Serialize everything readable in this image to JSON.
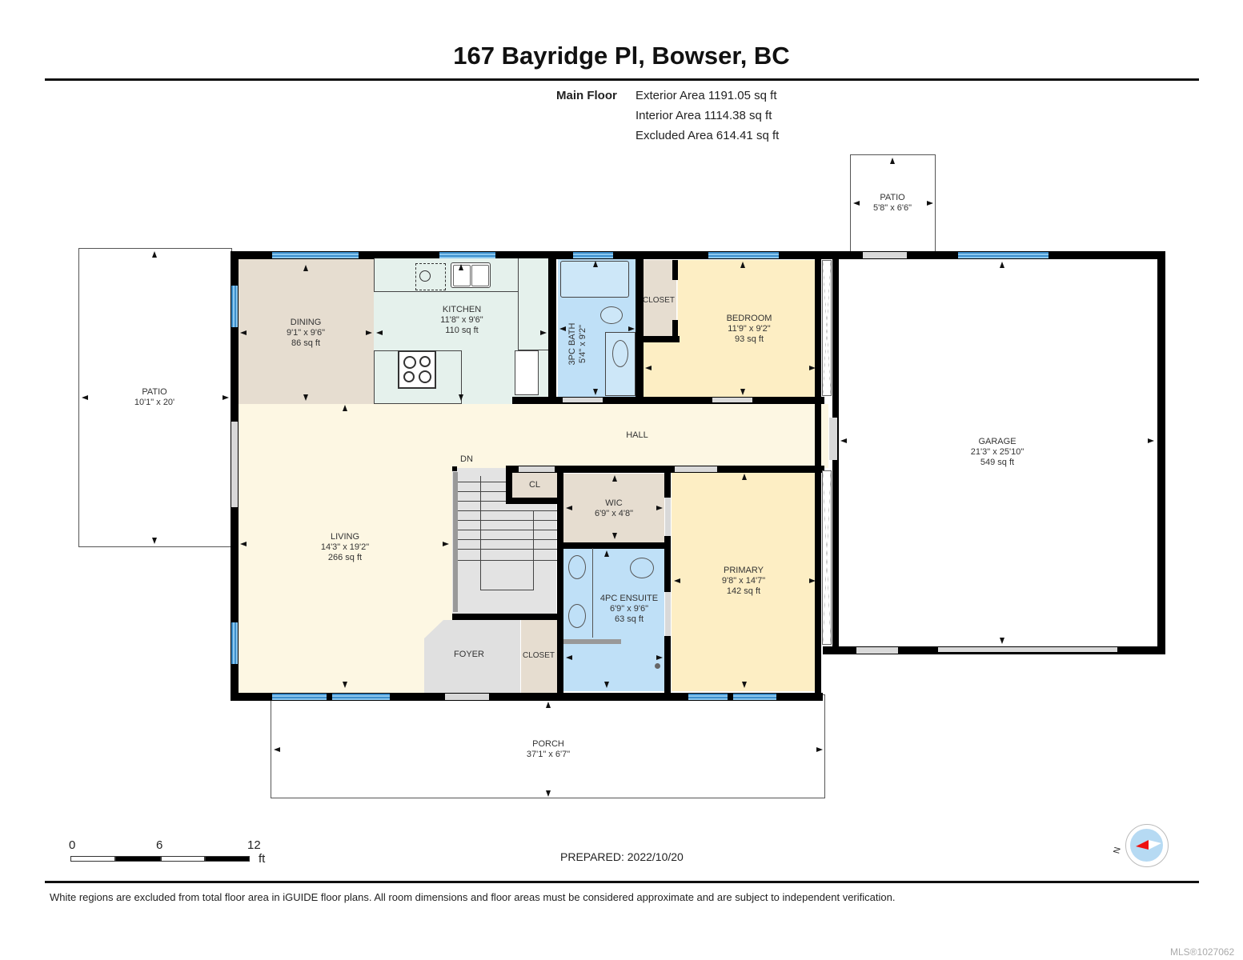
{
  "header": {
    "title": "167 Bayridge Pl, Bowser, BC",
    "floor_label": "Main Floor",
    "exterior_area": "Exterior Area 1191.05 sq ft",
    "interior_area": "Interior Area 1114.38 sq ft",
    "excluded_area": "Excluded Area 614.41 sq ft"
  },
  "rooms": {
    "patio_west": {
      "name": "PATIO",
      "dim": "10'1\" x 20'"
    },
    "dining": {
      "name": "DINING",
      "dim": "9'1\" x 9'6\"",
      "area": "86 sq ft"
    },
    "kitchen": {
      "name": "KITCHEN",
      "dim": "11'8\" x 9'6\"",
      "area": "110 sq ft"
    },
    "bath3pc": {
      "name": "3PC BATH",
      "dim": "5'4\" x 9'2\""
    },
    "closet_bedroom": {
      "name": "CLOSET"
    },
    "bedroom": {
      "name": "BEDROOM",
      "dim": "11'9\" x 9'2\"",
      "area": "93 sq ft"
    },
    "patio_north": {
      "name": "PATIO",
      "dim": "5'8\" x 6'6\""
    },
    "hall": {
      "name": "HALL"
    },
    "garage": {
      "name": "GARAGE",
      "dim": "21'3\" x 25'10\"",
      "area": "549 sq ft"
    },
    "stairs": {
      "name": "DN"
    },
    "cl": {
      "name": "CL"
    },
    "wic": {
      "name": "WIC",
      "dim": "6'9\" x 4'8\""
    },
    "living": {
      "name": "LIVING",
      "dim": "14'3\" x 19'2\"",
      "area": "266 sq ft"
    },
    "ensuite": {
      "name": "4PC ENSUITE",
      "dim": "6'9\" x 9'6\"",
      "area": "63 sq ft"
    },
    "primary": {
      "name": "PRIMARY",
      "dim": "9'8\" x 14'7\"",
      "area": "142 sq ft"
    },
    "foyer": {
      "name": "FOYER"
    },
    "closet_foyer": {
      "name": "CLOSET"
    },
    "porch": {
      "name": "PORCH",
      "dim": "37'1\" x 6'7\""
    }
  },
  "scale": {
    "ticks": [
      "0",
      "6",
      "12"
    ],
    "unit": "ft"
  },
  "prepared": "PREPARED: 2022/10/20",
  "compass": {
    "north_label": "N"
  },
  "footer": {
    "disclaimer": "White regions are excluded from total floor area in iGUIDE floor plans. All room dimensions and floor areas must be considered approximate and are subject to independent verification.",
    "mls": "MLS®1027062"
  },
  "colors": {
    "dining": "#e6ddd0",
    "kitchen": "#e5f1ec",
    "bath": "#bfe0f7",
    "bedroom": "#fdeec4",
    "living": "#fdf7e3",
    "closet": "#e6ddd0",
    "foyer": "#e0e0e0",
    "window": "#4a9fd8",
    "wall": "#000000"
  }
}
